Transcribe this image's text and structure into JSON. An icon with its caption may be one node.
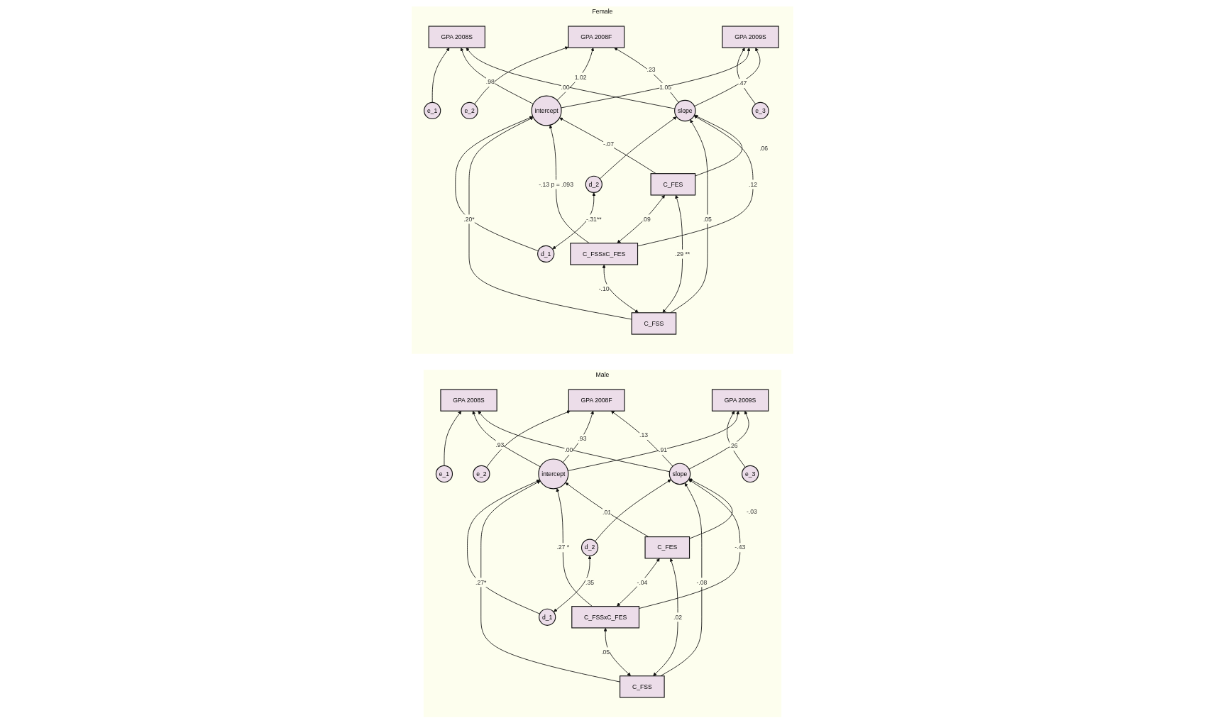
{
  "diagram": {
    "nodes": [
      {
        "text": [
          "Male"
        ]
      },
      {
        "text": [
          "e_1"
        ],
        "in": 0
      },
      {
        "text": [
          "e_2"
        ],
        "in": 0
      },
      {
        "text": [
          "e_3"
        ],
        "in": 0
      },
      {
        "text": [
          "GPA 2008S"
        ],
        "in": 0
      },
      {
        "text": [
          "GPA 2008F"
        ],
        "in": 0
      },
      {
        "text": [
          "GPA 2009S"
        ],
        "in": 0
      },
      {
        "text": [
          "d_1"
        ],
        "in": 0
      },
      {
        "text": [
          "intercept"
        ],
        "in": 0
      },
      {
        "text": [
          "slope"
        ],
        "in": 0
      },
      {
        "text": [
          "d_2"
        ],
        "in": 0
      },
      {
        "text": [
          "C_FSS"
        ],
        "in": 0
      },
      {
        "text": [
          "C_FSSxC_FES"
        ],
        "in": 0
      },
      {
        "text": [
          "C_FES"
        ],
        "in": 0
      },
      {
        "text": [
          "Female"
        ]
      },
      {
        "text": [
          "e_1"
        ],
        "in": 14
      },
      {
        "text": [
          "e_2"
        ],
        "in": 14
      },
      {
        "text": [
          "e_3"
        ],
        "in": 14
      },
      {
        "text": [
          "GPA 2008S"
        ],
        "in": 14
      },
      {
        "text": [
          "GPA 2008F"
        ],
        "in": 14
      },
      {
        "text": [
          "GPA 2009S"
        ],
        "in": 14
      },
      {
        "text": [
          "d_1"
        ],
        "in": 14
      },
      {
        "text": [
          "intercept"
        ],
        "in": 14
      },
      {
        "text": [
          "slope"
        ],
        "in": 14
      },
      {
        "text": [
          "d_2"
        ],
        "in": 14
      },
      {
        "text": [
          "C_FSS"
        ],
        "in": 14
      },
      {
        "text": [
          "C_FSSxC_FES"
        ],
        "in": 14
      },
      {
        "text": [
          "C_FES"
        ],
        "in": 14
      }
    ],
    "edges": [
      {
        "from": 1,
        "to": 4,
        "arrow": "to"
      },
      {
        "from": 2,
        "to": 5,
        "arrow": "to"
      },
      {
        "from": 3,
        "to": 6,
        "arrow": "to"
      },
      {
        "from": 8,
        "to": 4,
        "arrow": "to",
        "label": ".93"
      },
      {
        "from": 8,
        "to": 5,
        "arrow": "to",
        "label": ".93"
      },
      {
        "from": 8,
        "to": 6,
        "arrow": "to",
        "label": ".91"
      },
      {
        "from": 9,
        "to": 4,
        "arrow": "to",
        "label": ".00"
      },
      {
        "from": 9,
        "to": 5,
        "arrow": "to",
        "label": ".13"
      },
      {
        "from": 9,
        "to": 6,
        "arrow": "to",
        "label": ".26"
      },
      {
        "from": 7,
        "to": 8,
        "arrow": "to"
      },
      {
        "from": 10,
        "to": 9,
        "arrow": "to"
      },
      {
        "from": 11,
        "to": 8,
        "arrow": "to",
        "label": ".27*"
      },
      {
        "from": 12,
        "to": 8,
        "arrow": "to",
        "label": ".27 *"
      },
      {
        "from": 13,
        "to": 8,
        "arrow": "to",
        "label": ".01"
      },
      {
        "from": 11,
        "to": 9,
        "arrow": "to",
        "label": "-.08"
      },
      {
        "from": 12,
        "to": 9,
        "arrow": "to",
        "label": "-.43"
      },
      {
        "from": 13,
        "to": 9,
        "arrow": "to",
        "label": "-.03"
      },
      {
        "from": 7,
        "to": 10,
        "arrow": "both",
        "label": ".35"
      },
      {
        "from": 11,
        "to": 12,
        "arrow": "both",
        "label": ".05"
      },
      {
        "from": 12,
        "to": 13,
        "arrow": "both",
        "label": "-.04"
      },
      {
        "from": 11,
        "to": 13,
        "arrow": "both",
        "label": ".02"
      },
      {
        "from": 15,
        "to": 18,
        "arrow": "to"
      },
      {
        "from": 16,
        "to": 19,
        "arrow": "to"
      },
      {
        "from": 17,
        "to": 20,
        "arrow": "to"
      },
      {
        "from": 22,
        "to": 18,
        "arrow": "to",
        "label": ".98"
      },
      {
        "from": 22,
        "to": 19,
        "arrow": "to",
        "label": "1.02"
      },
      {
        "from": 22,
        "to": 20,
        "arrow": "to",
        "label": "1.05"
      },
      {
        "from": 23,
        "to": 18,
        "arrow": "to",
        "label": ".00"
      },
      {
        "from": 23,
        "to": 19,
        "arrow": "to",
        "label": ".23"
      },
      {
        "from": 23,
        "to": 20,
        "arrow": "to",
        "label": ".47"
      },
      {
        "from": 21,
        "to": 22,
        "arrow": "to"
      },
      {
        "from": 24,
        "to": 23,
        "arrow": "to"
      },
      {
        "from": 25,
        "to": 22,
        "arrow": "to",
        "label": ".20*"
      },
      {
        "from": 26,
        "to": 22,
        "arrow": "to",
        "label": "-.13 p = .093"
      },
      {
        "from": 27,
        "to": 22,
        "arrow": "to",
        "label": "-.07"
      },
      {
        "from": 25,
        "to": 23,
        "arrow": "to",
        "label": ".05"
      },
      {
        "from": 26,
        "to": 23,
        "arrow": "to",
        "label": ".12"
      },
      {
        "from": 27,
        "to": 23,
        "arrow": "to",
        "label": ".06"
      },
      {
        "from": 21,
        "to": 24,
        "arrow": "both",
        "label": "-.31**"
      },
      {
        "from": 25,
        "to": 26,
        "arrow": "both",
        "label": "-.10"
      },
      {
        "from": 26,
        "to": 27,
        "arrow": "both",
        "label": ".09"
      },
      {
        "from": 25,
        "to": 27,
        "arrow": "both",
        "label": ".29 **"
      }
    ]
  }
}
